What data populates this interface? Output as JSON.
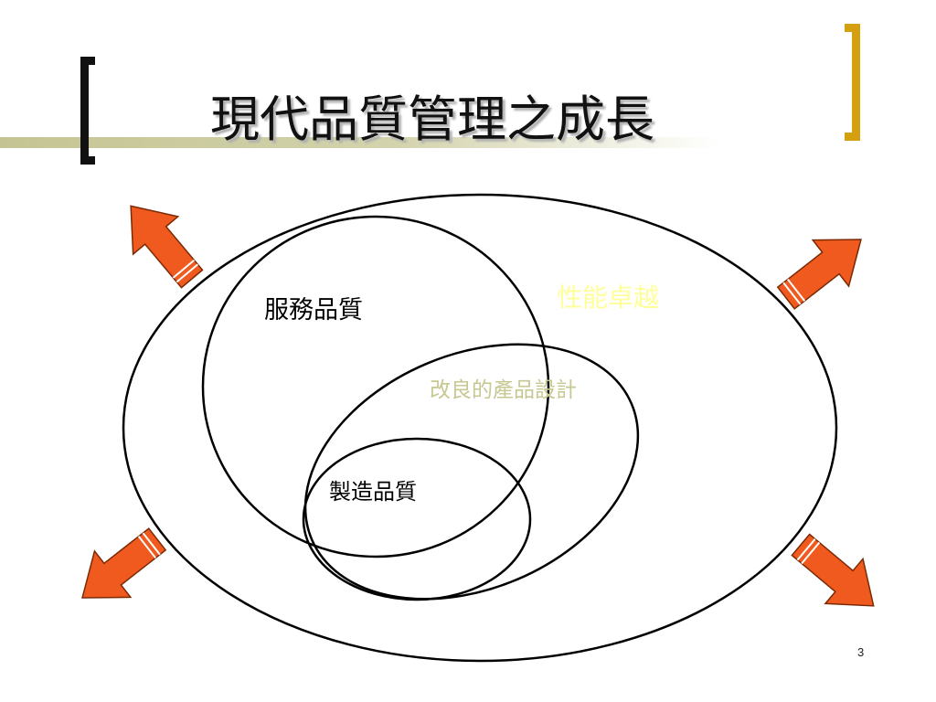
{
  "slide": {
    "title": "現代品質管理之成長",
    "page_number": "3"
  },
  "diagram": {
    "labels": {
      "service_quality": "服務品質",
      "performance_excellence": "性能卓越",
      "improved_product_design": "改良的產品設計",
      "manufacturing_quality": "製造品質"
    }
  },
  "colors": {
    "arrow_fill": "#f05a1e",
    "arrow_stroke": "#7a2a05",
    "bracket_left": "#111111",
    "bracket_right": "#d4a00f",
    "title_rule": "#c4c493",
    "performance_text": "#ffff99",
    "design_text": "#c7c791"
  },
  "icons": {
    "arrows": [
      "arrow-up-left-icon",
      "arrow-up-right-icon",
      "arrow-down-left-icon",
      "arrow-down-right-icon"
    ]
  }
}
